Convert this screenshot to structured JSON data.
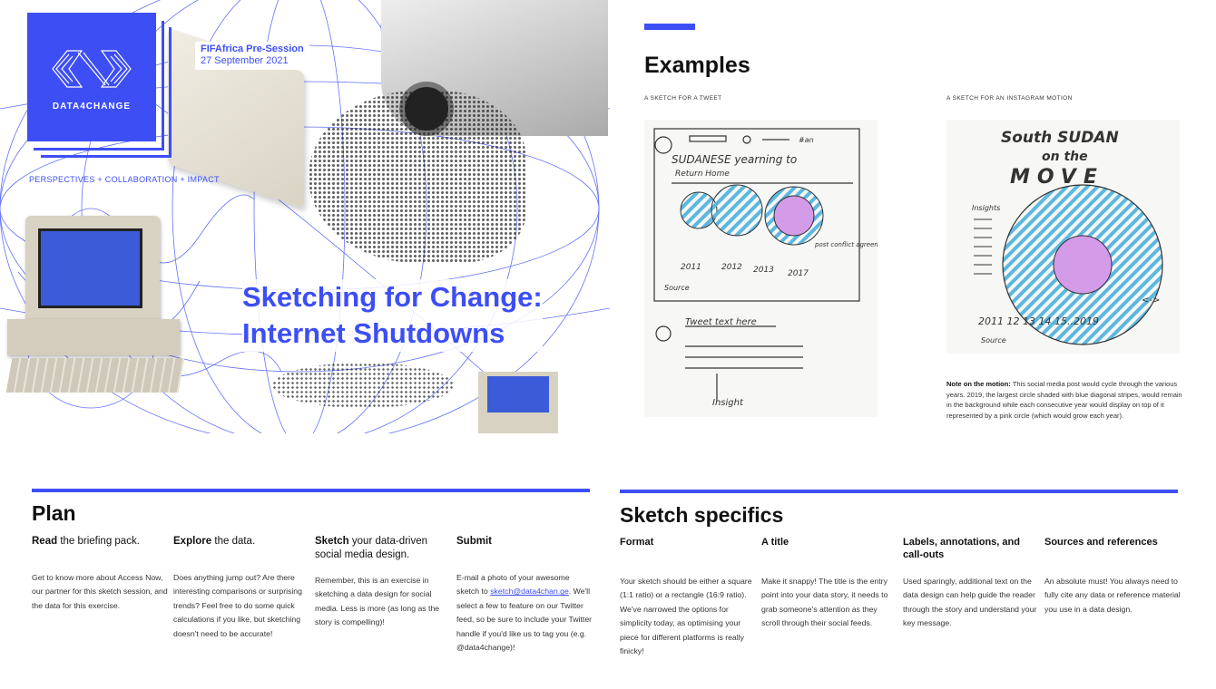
{
  "cover": {
    "logo_name": "DATA4CHANGE",
    "event_title": "FIFAfrica Pre-Session",
    "event_date": "27 September 2021",
    "tagline": "PERSPECTIVES + COLLABORATION + IMPACT",
    "title_line1": "Sketching for Change:",
    "title_line2": "Internet Shutdowns"
  },
  "examples": {
    "title": "Examples",
    "tweet_caption": "A SKETCH FOR A TWEET",
    "insta_caption": "A SKETCH FOR AN INSTAGRAM MOTION",
    "tweet_sketch": {
      "headline1": "SUDANESE yearning to",
      "headline2": "Return Home",
      "hashtag": "#an",
      "years": [
        "2011",
        "2012",
        "2013",
        "2017"
      ],
      "annotation": "post conflict agreement",
      "source": "Source",
      "tweet_text": "Tweet text here",
      "insight": "Insight"
    },
    "insta_sketch": {
      "title1": "South SUDAN",
      "title2": "on the",
      "title3": "MOVE",
      "insights": "Insights",
      "years": "2011  12  13  14  15..2019",
      "source": "Source",
      "arrow": "<->"
    },
    "note_label": "Note on the motion:",
    "note_text": "This social media post would cycle through the various years. 2019, the largest circle shaded with blue diagonal stripes, would remain in the background while each consecutive year would display on top of it represented by a pink circle (which would grow each year)."
  },
  "plan": {
    "title": "Plan",
    "columns": [
      {
        "bold": "Read",
        "rest": " the briefing pack.",
        "body": "Get to know more about Access Now, our partner for this sketch session, and the data for this exercise."
      },
      {
        "bold": "Explore",
        "rest": " the data.",
        "body": "Does anything jump out? Are there interesting comparisons or surprising trends? Feel free to do some quick calculations if you like, but sketching doesn't need to be accurate!"
      },
      {
        "bold": "Sketch",
        "rest": " your data-driven social media design.",
        "body": "Remember, this is an exercise in sketching a data design for social media. Less is more (as long as the story is compelling)!"
      },
      {
        "bold": "Submit",
        "rest": "",
        "body_pre": "E-mail a photo of your awesome sketch to ",
        "link": "sketch@data4chan.ge",
        "body_post": ". We'll select a few to feature on our Twitter feed, so be sure to include your Twitter handle if you'd like us to tag you (e.g. @data4change)!"
      }
    ]
  },
  "specifics": {
    "title": "Sketch specifics",
    "columns": [
      {
        "heading": "Format",
        "body": "Your sketch should be either a square (1:1 ratio) or a rectangle (16:9 ratio). We've narrowed the options for simplicity today, as optimising your piece for different platforms is really finicky!"
      },
      {
        "heading": "A title",
        "body": "Make it snappy! The title is the entry point into your data story, it needs to grab someone's attention as they scroll through their social feeds."
      },
      {
        "heading": "Labels, annotations, and call-outs",
        "body": "Used sparingly, additional text on the data design can help guide the reader through the story and understand your key message."
      },
      {
        "heading": "Sources and references",
        "body": "An absolute must! You always need to fully cite any data or reference material you use in a data design."
      }
    ]
  },
  "colors": {
    "accent": "#3d4ef5"
  }
}
